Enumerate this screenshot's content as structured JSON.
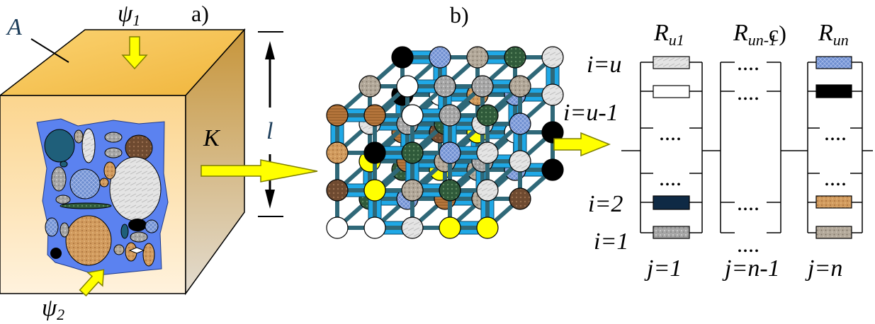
{
  "panels": {
    "a": {
      "label": "a)"
    },
    "b": {
      "label": "b)"
    },
    "c": {
      "label": "c)"
    }
  },
  "panel_a": {
    "label_area": "A",
    "label_conductivity": "K",
    "label_length": "l",
    "psi1": {
      "sym": "ψ",
      "sub": "1"
    },
    "psi2": {
      "sym": "ψ",
      "sub": "2"
    }
  },
  "panel_c": {
    "col_headers": [
      {
        "sym": "R",
        "sub": "u1"
      },
      {
        "sym": "R",
        "sub": "un-1"
      },
      {
        "sym": "R",
        "sub": "un"
      }
    ],
    "row_labels": [
      "i=u",
      "i=u-1",
      "i=2",
      "i=1"
    ],
    "col_labels": [
      "j=1",
      "j=n-1",
      "j=n"
    ],
    "dots": "...."
  },
  "colors": {
    "face_top": "#f6c54c",
    "face_front": "#fde2a6",
    "face_side": "#b8944a",
    "inclusion_blue": "#5b82f0",
    "lattice_blue": "#1fa8e6",
    "lattice_rod": "#2f6878",
    "arrow_yellow": "#ffff00",
    "arrow_outline": "#8a8a00"
  }
}
